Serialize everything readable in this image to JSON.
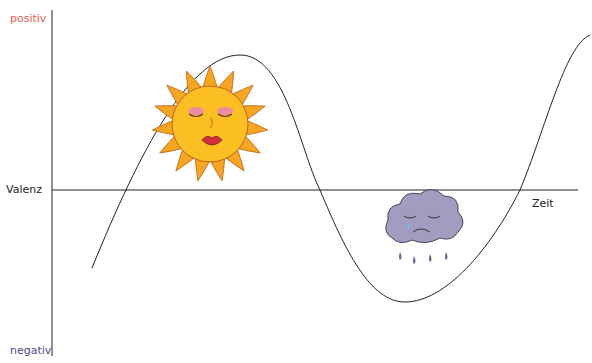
{
  "diagram": {
    "labels": [
      "positiv",
      "Valenz",
      "Zeit",
      "negativ"
    ]
  }
}
